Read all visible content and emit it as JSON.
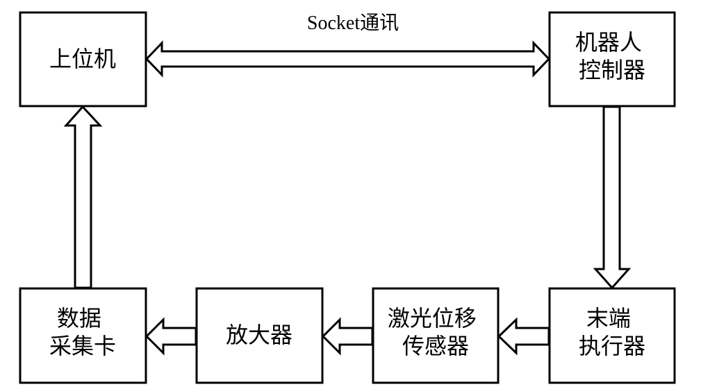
{
  "nodes": {
    "host": {
      "lines": [
        "上位机"
      ]
    },
    "robot_controller": {
      "lines": [
        "机器人",
        "控制器"
      ]
    },
    "end_effector": {
      "lines": [
        "末端",
        "执行器"
      ]
    },
    "laser_sensor": {
      "lines": [
        "激光位移",
        "传感器"
      ]
    },
    "amplifier": {
      "lines": [
        "放大器"
      ]
    },
    "daq_card": {
      "lines": [
        "数据",
        "采集卡"
      ]
    }
  },
  "edges": {
    "socket": {
      "label": "Socket通讯"
    }
  }
}
